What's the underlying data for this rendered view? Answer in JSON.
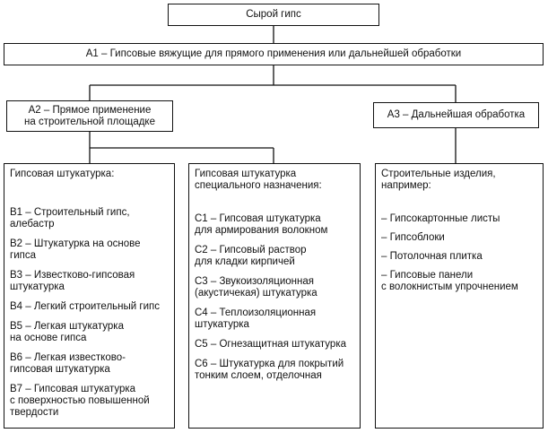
{
  "root": "Сырой гипс",
  "a1": "A1 – Гипсовые вяжущие для прямого применения или дальнейшей обработки",
  "a2": {
    "line1": "A2 – Прямое применение",
    "line2": "на строительной площадке"
  },
  "a3": "A3 – Дальнейшая обработка",
  "col1": {
    "header": "Гипсовая штукатурка:",
    "items": [
      [
        "B1 – Строительный гипс,",
        "алебастр"
      ],
      [
        "B2 – Штукатурка на основе",
        "гипса"
      ],
      [
        "B3 – Известково-гипсовая",
        "штукатурка"
      ],
      [
        "B4 – Легкий строительный гипс"
      ],
      [
        "B5 – Легкая штукатурка",
        "на основе гипса"
      ],
      [
        "B6 – Легкая известково-",
        "гипсовая штукатурка"
      ],
      [
        "B7 – Гипсовая штукатурка",
        "с поверхностью повышенной",
        "твердости"
      ]
    ]
  },
  "col2": {
    "header": [
      "Гипсовая штукатурка",
      "специального назначения:"
    ],
    "items": [
      [
        "C1 – Гипсовая штукатурка",
        "для армирования волокном"
      ],
      [
        "C2 – Гипсовый раствор",
        "для кладки кирпичей"
      ],
      [
        "C3 – Звукоизоляционная",
        "(акустичекая) штукатурка"
      ],
      [
        "C4 – Теплоизоляционная",
        "штукатурка"
      ],
      [
        "C5 – Огнезащитная штукатурка"
      ],
      [
        "C6 – Штукатурка для покрытий",
        "тонким слоем, отделочная"
      ]
    ]
  },
  "col3": {
    "header": [
      "Строительные изделия,",
      "например:"
    ],
    "items": [
      [
        "– Гипсокартонные листы"
      ],
      [
        "– Гипсоблоки"
      ],
      [
        "– Потолочная плитка"
      ],
      [
        "– Гипсовые панели",
        "с волокнистым упрочнением"
      ]
    ]
  }
}
